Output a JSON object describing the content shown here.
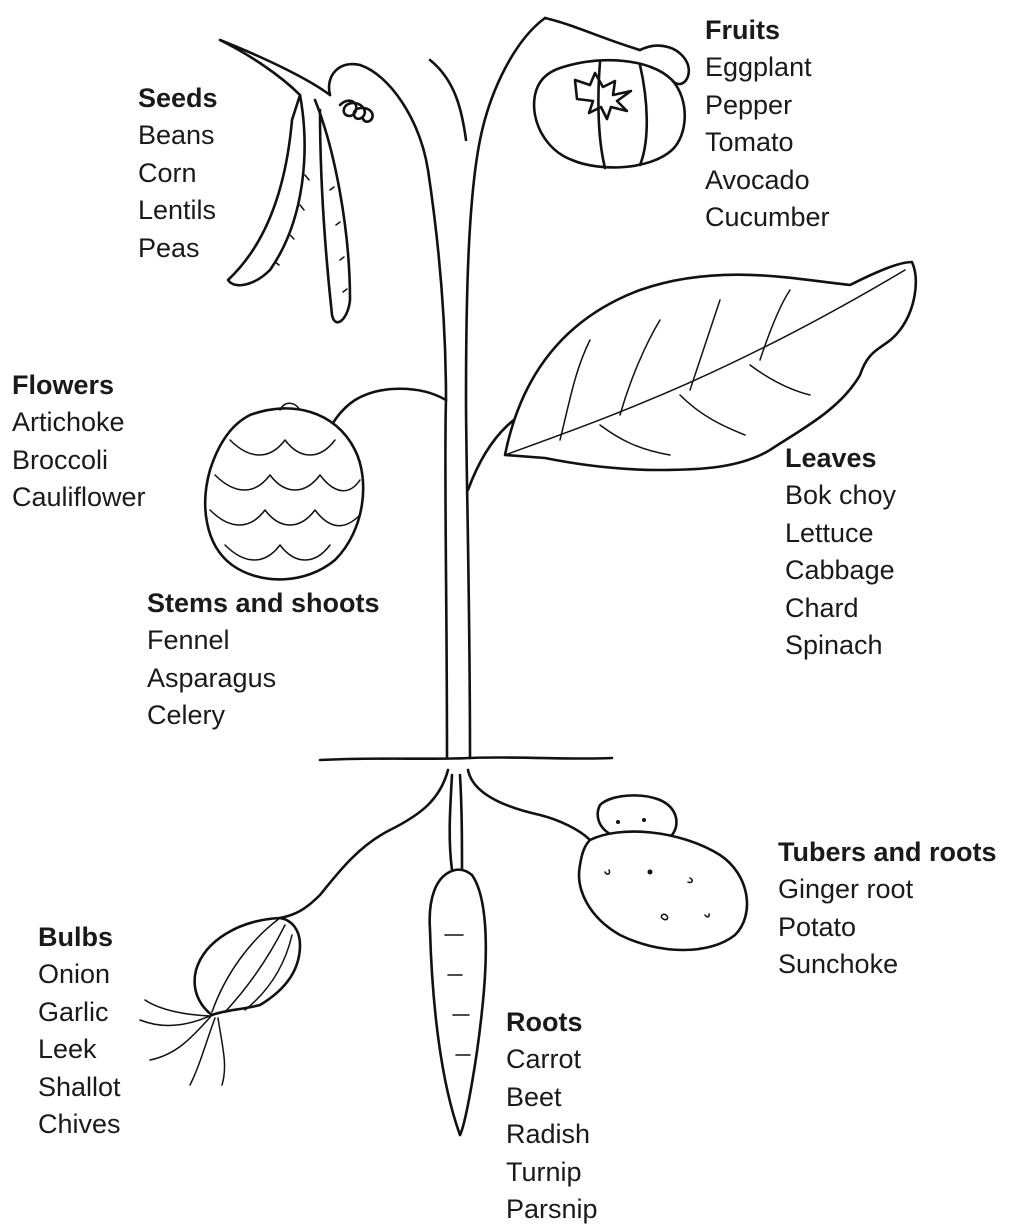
{
  "diagram": {
    "groups": [
      {
        "key": "seeds",
        "title": "Seeds",
        "items": [
          "Beans",
          "Corn",
          "Lentils",
          "Peas"
        ]
      },
      {
        "key": "fruits",
        "title": "Fruits",
        "items": [
          "Eggplant",
          "Pepper",
          "Tomato",
          "Avocado",
          "Cucumber"
        ]
      },
      {
        "key": "flowers",
        "title": "Flowers",
        "items": [
          "Artichoke",
          "Broccoli",
          "Cauliflower"
        ]
      },
      {
        "key": "leaves",
        "title": "Leaves",
        "items": [
          "Bok choy",
          "Lettuce",
          "Cabbage",
          "Chard",
          "Spinach"
        ]
      },
      {
        "key": "stems",
        "title": "Stems and shoots",
        "items": [
          "Fennel",
          "Asparagus",
          "Celery"
        ]
      },
      {
        "key": "tubers",
        "title": "Tubers and roots",
        "items": [
          "Ginger root",
          "Potato",
          "Sunchoke"
        ]
      },
      {
        "key": "bulbs",
        "title": "Bulbs",
        "items": [
          "Onion",
          "Garlic",
          "Leek",
          "Shallot",
          "Chives"
        ]
      },
      {
        "key": "roots",
        "title": "Roots",
        "items": [
          "Carrot",
          "Beet",
          "Radish",
          "Turnip",
          "Parsnip"
        ]
      }
    ]
  }
}
